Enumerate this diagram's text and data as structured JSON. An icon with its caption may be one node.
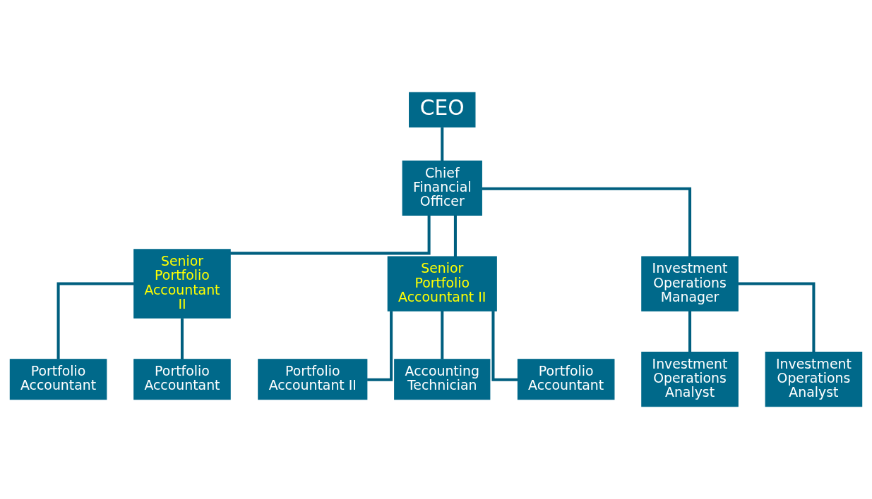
{
  "diagram": {
    "nodes": [
      {
        "text": [
          "CEO"
        ]
      },
      {
        "text": [
          "Chief Financial Officer"
        ]
      },
      {
        "text": [
          "Senior Portfolio Accountant II"
        ]
      },
      {
        "text": [
          "Senior Portfolio Accountant II"
        ]
      },
      {
        "text": [
          "Portfolio Accountant"
        ]
      },
      {
        "text": [
          "Portfolio Accountant"
        ]
      },
      {
        "text": [
          "Portfolio Accountant II"
        ]
      },
      {
        "text": [
          "Accounting Technician"
        ]
      },
      {
        "text": [
          "Portfolio Accountant"
        ]
      },
      {
        "text": [
          "Investment Operations Manager"
        ]
      },
      {
        "text": [
          "Investment Operations Analyst"
        ]
      },
      {
        "text": [
          "Investment Operations Analyst"
        ]
      }
    ],
    "edges": [
      {
        "from": 0,
        "to": 1,
        "arrow": "none"
      },
      {
        "from": 1,
        "to": 2,
        "arrow": "none"
      },
      {
        "from": 1,
        "to": 9,
        "arrow": "none"
      },
      {
        "from": 1,
        "to": 3,
        "arrow": "none"
      },
      {
        "from": 2,
        "to": 4,
        "arrow": "none"
      },
      {
        "from": 2,
        "to": 5,
        "arrow": "none"
      },
      {
        "from": 3,
        "to": 6,
        "arrow": "none"
      },
      {
        "from": 3,
        "to": 7,
        "arrow": "none"
      },
      {
        "from": 3,
        "to": 8,
        "arrow": "none"
      },
      {
        "from": 9,
        "to": 10,
        "arrow": "none"
      },
      {
        "from": 9,
        "to": 11,
        "arrow": "none"
      }
    ]
  }
}
